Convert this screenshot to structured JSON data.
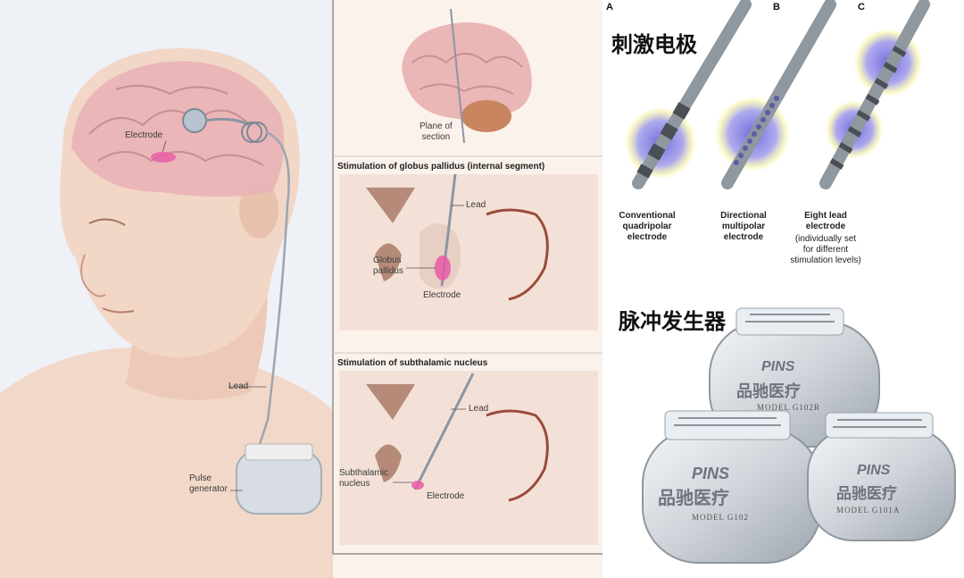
{
  "left_illustration": {
    "labels": {
      "electrode_head": "Electrode",
      "lead_neck": "Lead",
      "pulse_generator": "Pulse\ngenerator",
      "plane_of_section": "Plane of\nsection"
    },
    "section_gp": {
      "title": "Stimulation of globus pallidus (internal segment)",
      "lead": "Lead",
      "structure": "Globus\npallidus",
      "electrode": "Electrode"
    },
    "section_stn": {
      "title": "Stimulation of subthalamic nucleus",
      "lead": "Lead",
      "structure": "Subthalamic\nnucleus",
      "electrode": "Electrode"
    }
  },
  "right": {
    "stim_title": "刺激电极",
    "pulse_title": "脉冲发生器",
    "electrodes": [
      {
        "letter": "A",
        "caption": "Conventional\nquadripolar\nelectrode",
        "bold": true
      },
      {
        "letter": "B",
        "caption": "Directional\nmultipolar\nelectrode",
        "bold": true
      },
      {
        "letter": "C",
        "caption_bold": "Eight lead\nelectrode",
        "caption_extra": "(individually set\nfor different\nstimulation levels)"
      }
    ],
    "devices": [
      {
        "brand": "PINS",
        "brand_cn": "品驰医疗",
        "model": "MODEL G102R"
      },
      {
        "brand": "PINS",
        "brand_cn": "品驰医疗",
        "model": "MODEL G102"
      },
      {
        "brand": "PINS",
        "brand_cn": "品驰医疗",
        "model": "MODEL G101A"
      }
    ]
  },
  "colors": {
    "skin": "#f2d8c8",
    "brain": "#e9b3b6",
    "brain_tissue": "#f5e1d6",
    "electrode_glow": "#6b63d8",
    "glow_halo": "#f3ef8a",
    "device_metal": "#d9dde2"
  }
}
